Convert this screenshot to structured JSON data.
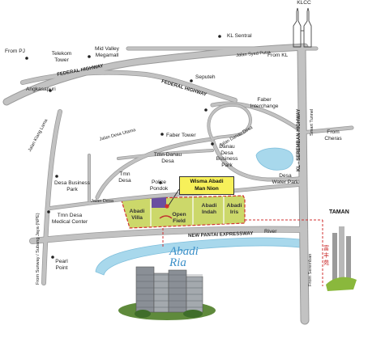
{
  "places": {
    "klcc": "KLCC",
    "kl_sentral": "KL Sentral",
    "from_pj": "From PJ",
    "telekom_tower": "Telekom\nTower",
    "mid_valley": "Mid Valley\nMegamall",
    "seputeh": "Seputeh",
    "from_kl": "From KL",
    "angkasapuri": "Angkasapuri",
    "faber_interchange": "Faber\nInterchange",
    "from_cheras": "From\nCheras",
    "faber_tower": "Faber Tower",
    "tmn_danau_desa": "Tmn Danau\nDesa",
    "danau_desa_business_park": "Danau\nDesa\nBusiness\nPark",
    "desa_water_park": "Desa\nWater Park",
    "tmn_desa": "Tmn\nDesa",
    "police_pondok": "Police\nPondok",
    "desa_business_park": "Desa Business\nPark",
    "tmn_desa_medical_center": "Tmn Desa\nMedical Center",
    "pearl_point": "Pearl\nPoint",
    "river": "River",
    "from_seremban": "From Seremban",
    "from_sunway": "From Sunway / Subang Jaya (NPE)",
    "taman": "TAMAN",
    "chinese_text": "富\n丰\n苑"
  },
  "roads": {
    "federal_highway_upper": "FEDERAL HIGHWAY",
    "federal_highway_lower": "FEDERAL HIGHWAY",
    "jalan_syed_putra": "Jalan Syed Putra",
    "jalan_klang_lama": "Jalan Klang Lama",
    "jalan_desa_utama": "Jalan Desa Utama",
    "jalan_danau_desa": "Jalan Danau Desa",
    "kl_seremban_highway": "KL - SEREMBAN HIGHWAY",
    "smart_tunnel": "Smart Tunnel",
    "jalan_desa": "Jalan Desa",
    "new_pantai_expressway": "NEW PANTAI EXPRESSWAY"
  },
  "zones": {
    "abadi_villa": "Abadi\nVilla",
    "open_field": "Open\nField",
    "abadi_indah": "Abadi\nIndah",
    "abadi_iris": "Abadi\nIris"
  },
  "callout": "Wisma Abadi\nMan Nion",
  "brand": "Abadi\nRia",
  "colors": {
    "road": "#c2c2c2",
    "road_edge": "#9a9a9a",
    "water": "#a8d8ec",
    "development": "#ccd86a",
    "callout": "#f7f05a",
    "boundary": "#d23030",
    "marker": "#6a4fa0"
  }
}
